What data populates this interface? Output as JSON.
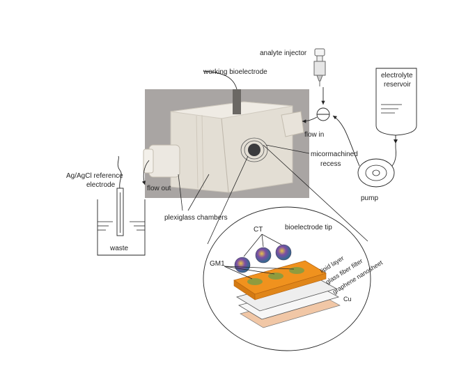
{
  "labels": {
    "analyte_injector": "analyte injector",
    "working_bioelectrode": "working bioelectrode",
    "electrolyte_line1": "electrolyte",
    "electrolyte_line2": "reservoir",
    "flow_in": "flow in",
    "micromachined_line1": "micormachined",
    "micromachined_line2": "recess",
    "reference_line1": "Ag/AgCl reference",
    "reference_line2": "electrode",
    "flow_out": "flow out",
    "plexiglass": "plexiglass chambers",
    "pump": "pump",
    "waste": "waste",
    "bioelectrode_tip": "bioelectrode tip",
    "ct": "CT",
    "gm1": "GM1",
    "lipid_layer": "lipid layer",
    "glass_fiber": "glass fiber filter",
    "graphene": "graphene nanosheet",
    "cu": "Cu"
  },
  "colors": {
    "photo_bg": "#a9a5a3",
    "block": "#e3ded4",
    "lipid": "#f0921e",
    "gm1_patch": "#8f9b3e",
    "cu": "#f1c7a6"
  }
}
